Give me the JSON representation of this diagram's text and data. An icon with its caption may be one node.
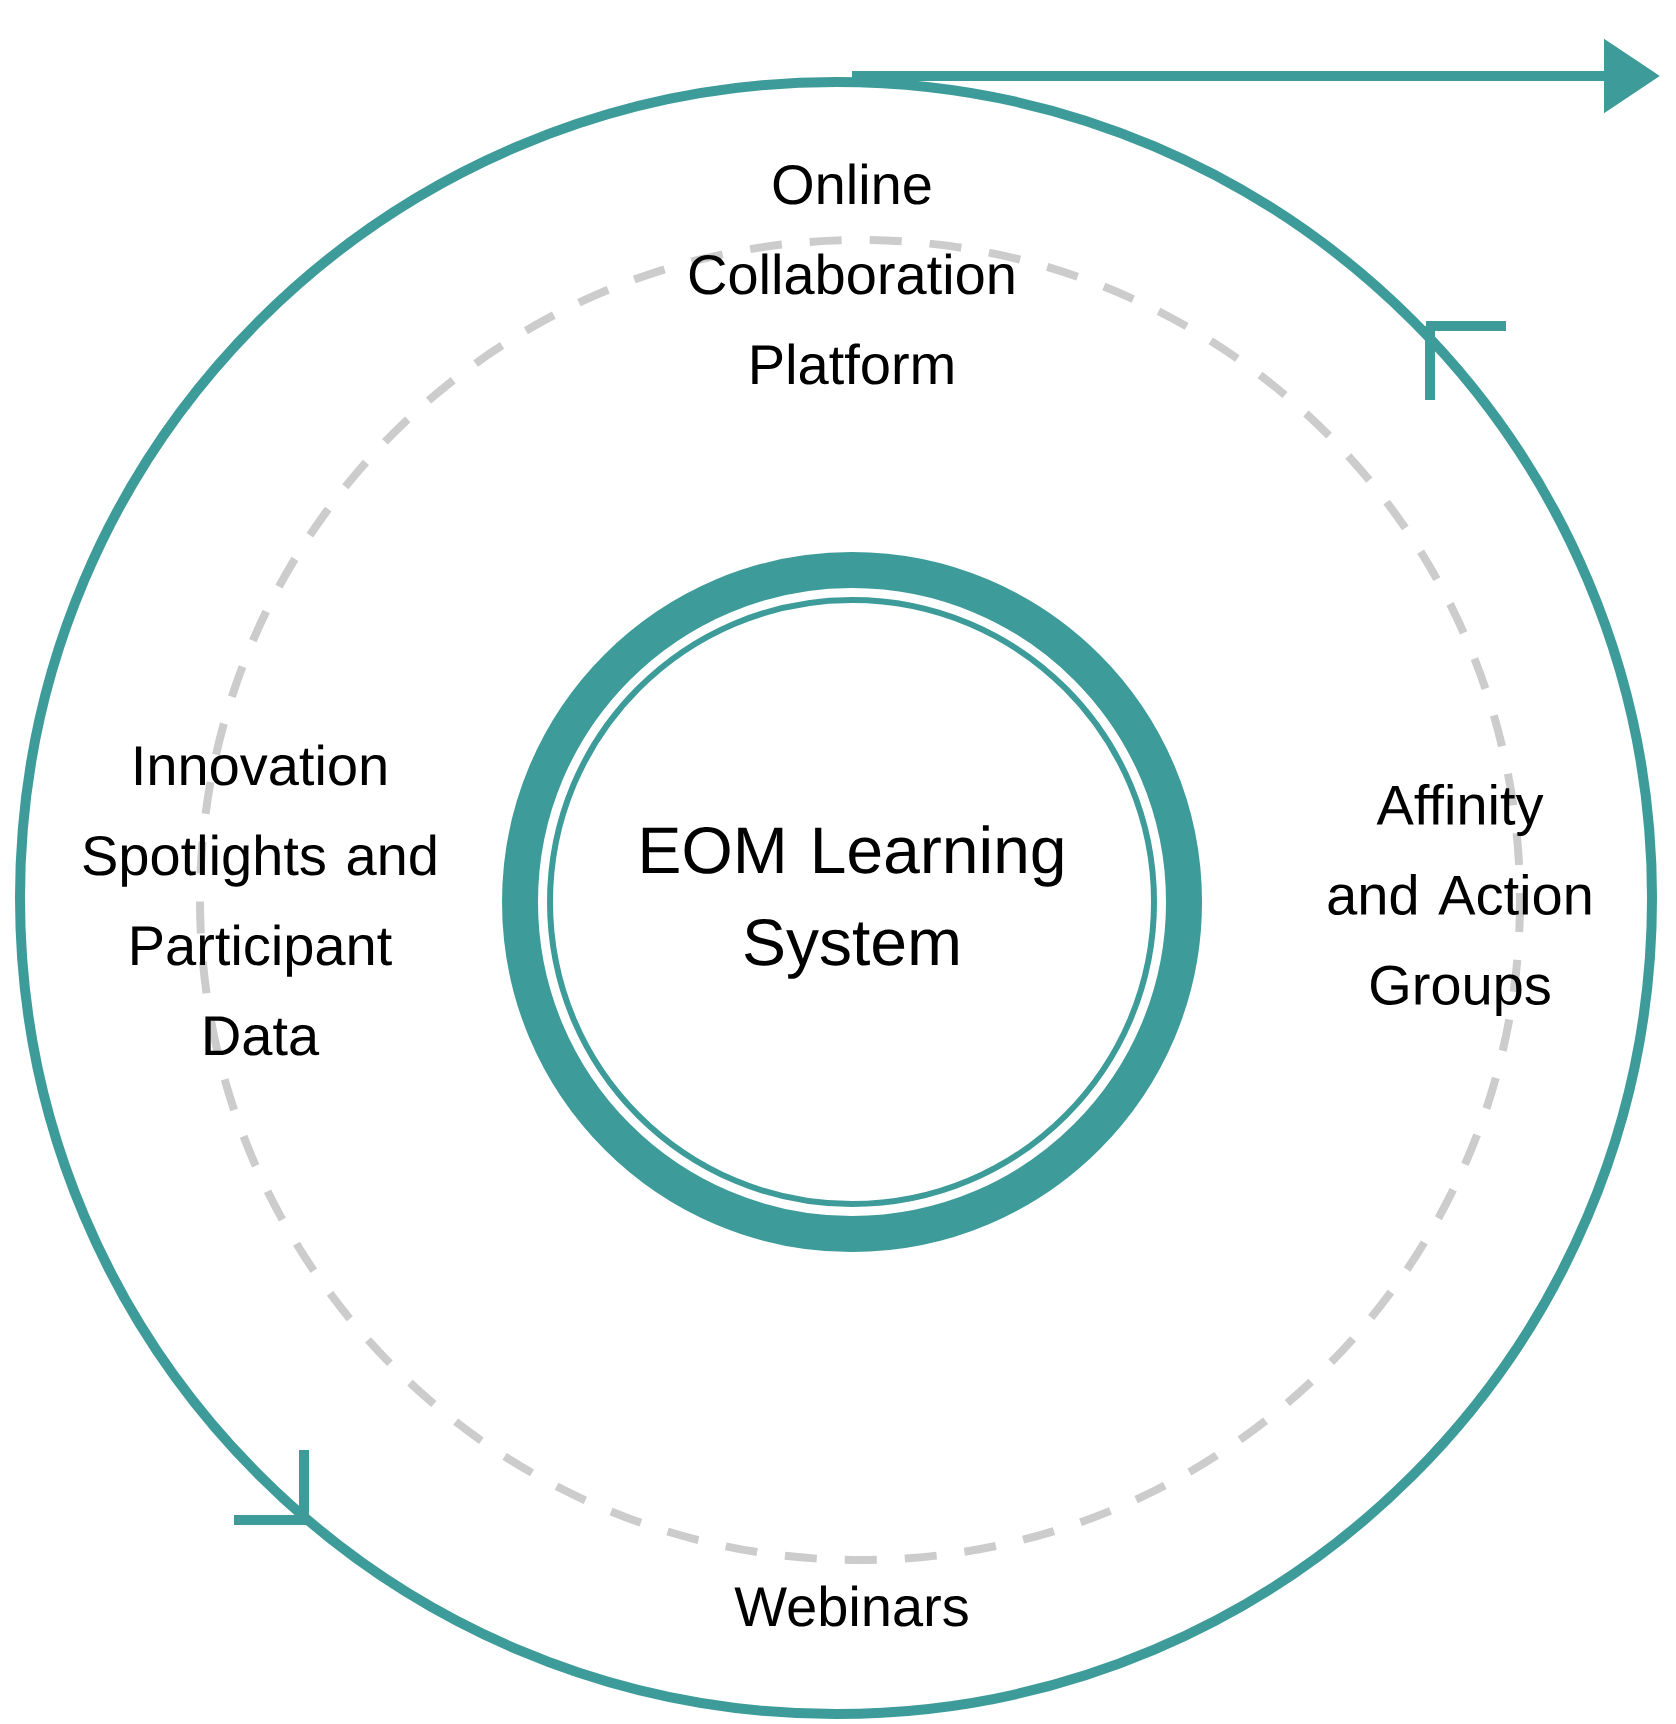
{
  "diagram": {
    "nodes": [
      {
        "text": [
          "EOM Learning System"
        ]
      }
    ],
    "labels": [
      "Online Collaboration Platform",
      "Affinity and Action Groups",
      "Webinars",
      "Innovation Spotlights and Participant Data"
    ]
  }
}
